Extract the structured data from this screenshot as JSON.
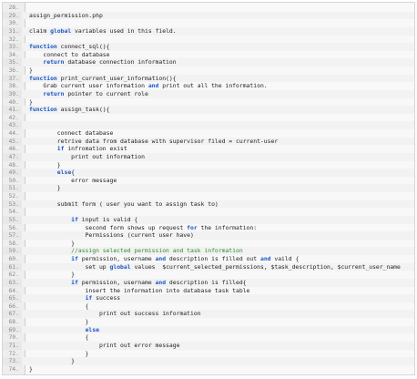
{
  "editor": {
    "lines": [
      {
        "n": "28.",
        "t": ""
      },
      {
        "n": "29.",
        "t": "assign_permission.php"
      },
      {
        "n": "30.",
        "t": ""
      },
      {
        "n": "31.",
        "t": "claim global variables used in this field."
      },
      {
        "n": "32.",
        "t": ""
      },
      {
        "n": "33.",
        "t": "function connect_sql(){"
      },
      {
        "n": "34.",
        "t": "    connect to database"
      },
      {
        "n": "35.",
        "t": "    return database connection information"
      },
      {
        "n": "36.",
        "t": "}"
      },
      {
        "n": "37.",
        "t": "function print_current_user_information(){"
      },
      {
        "n": "38.",
        "t": "    Grab current user information and print out all the information."
      },
      {
        "n": "39.",
        "t": "    return pointer to current role"
      },
      {
        "n": "40.",
        "t": "}"
      },
      {
        "n": "41.",
        "t": "function assign_task(){"
      },
      {
        "n": "42.",
        "t": ""
      },
      {
        "n": "43.",
        "t": ""
      },
      {
        "n": "44.",
        "t": "        connect database"
      },
      {
        "n": "45.",
        "t": "        retrive data from database with supervisor filed = current-user"
      },
      {
        "n": "46.",
        "t": "        if infromation exist"
      },
      {
        "n": "47.",
        "t": "            print out information"
      },
      {
        "n": "48.",
        "t": "        }"
      },
      {
        "n": "49.",
        "t": "        else{"
      },
      {
        "n": "50.",
        "t": "            error message"
      },
      {
        "n": "51.",
        "t": "        }"
      },
      {
        "n": "52.",
        "t": ""
      },
      {
        "n": "53.",
        "t": "        submit form ( user you want to assign task to)"
      },
      {
        "n": "54.",
        "t": ""
      },
      {
        "n": "55.",
        "t": "            if input is valid {"
      },
      {
        "n": "56.",
        "t": "                second form shows up request for the information:"
      },
      {
        "n": "57.",
        "t": "                Permissions (current user have)"
      },
      {
        "n": "58.",
        "t": "            }"
      },
      {
        "n": "59.",
        "t": "            //assign selected permission and task information"
      },
      {
        "n": "60.",
        "t": "            if permission, username and description is filled out and vaild {"
      },
      {
        "n": "61.",
        "t": "                set up global values  $current_selected_permissions, $task_description, $current_user_name"
      },
      {
        "n": "62.",
        "t": "            }"
      },
      {
        "n": "63.",
        "t": "            if permission, username and description is filled{"
      },
      {
        "n": "64.",
        "t": "                insert the information into database task table"
      },
      {
        "n": "65.",
        "t": "                if success"
      },
      {
        "n": "66.",
        "t": "                {"
      },
      {
        "n": "67.",
        "t": "                    print out success information"
      },
      {
        "n": "68.",
        "t": "                }"
      },
      {
        "n": "69.",
        "t": "                else"
      },
      {
        "n": "70.",
        "t": "                {"
      },
      {
        "n": "71.",
        "t": "                    print out error message"
      },
      {
        "n": "72.",
        "t": "                }"
      },
      {
        "n": "73.",
        "t": "            }"
      },
      {
        "n": "74.",
        "t": "}"
      }
    ],
    "keywords": [
      "function",
      "return",
      "global",
      "if",
      "else",
      "and",
      "for"
    ],
    "colors": {
      "keyword": "#1a55c7",
      "comment": "#2e8b2e",
      "line_number": "#8a8a8a",
      "text": "#222222",
      "background": "#f8f8f8"
    }
  }
}
